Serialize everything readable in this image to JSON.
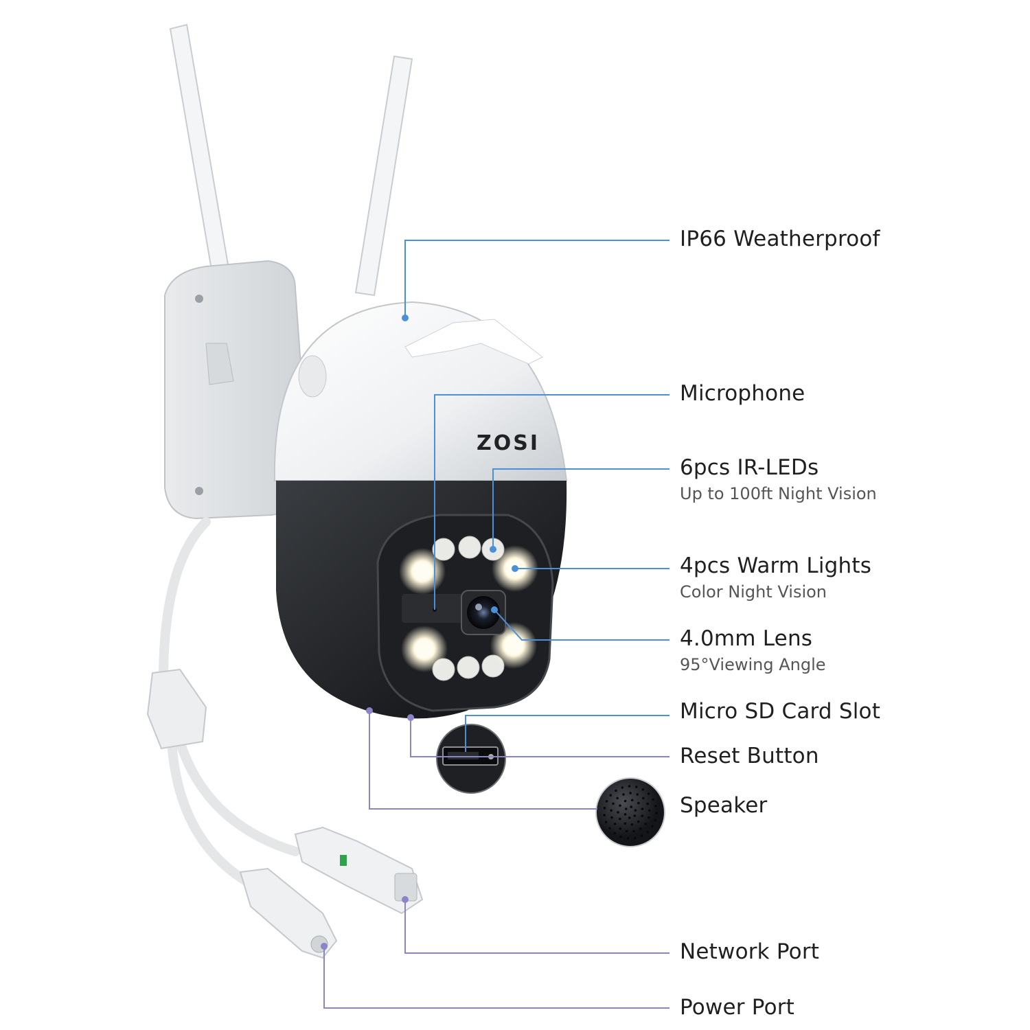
{
  "brand": {
    "logo_text": "ZOSI"
  },
  "colors": {
    "blue_line": "#4a90d9",
    "purple_line": "#8a84c8",
    "text_dark": "#1f1f1f",
    "text_sub": "#555555"
  },
  "callouts": [
    {
      "id": "ip66",
      "title": "IP66 Weatherproof",
      "subtitle": ""
    },
    {
      "id": "microphone",
      "title": "Microphone",
      "subtitle": ""
    },
    {
      "id": "ir-leds",
      "title": "6pcs IR-LEDs",
      "subtitle": "Up to 100ft Night Vision"
    },
    {
      "id": "warm-lights",
      "title": "4pcs Warm Lights",
      "subtitle": "Color Night Vision"
    },
    {
      "id": "lens",
      "title": "4.0mm Lens",
      "subtitle": "95°Viewing Angle"
    },
    {
      "id": "sd-slot",
      "title": "Micro SD Card Slot",
      "subtitle": ""
    },
    {
      "id": "reset",
      "title": "Reset Button",
      "subtitle": ""
    },
    {
      "id": "speaker",
      "title": "Speaker",
      "subtitle": ""
    },
    {
      "id": "network",
      "title": "Network Port",
      "subtitle": ""
    },
    {
      "id": "power",
      "title": "Power Port",
      "subtitle": ""
    }
  ]
}
